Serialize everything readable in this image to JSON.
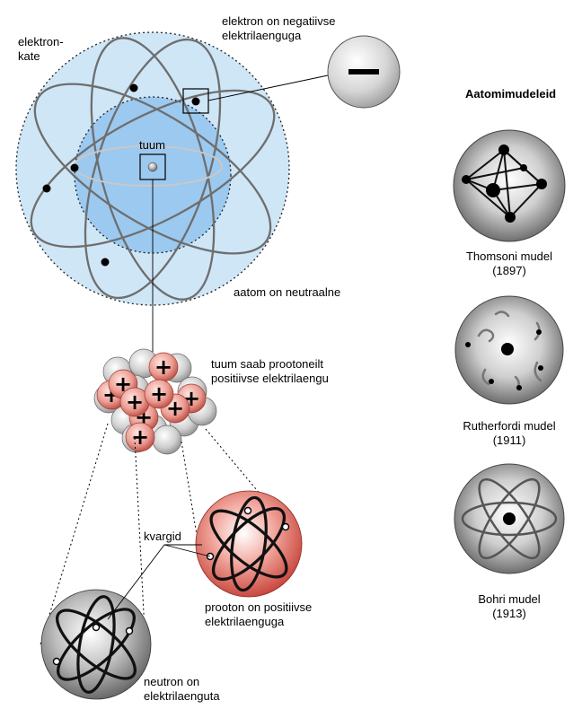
{
  "labels": {
    "electron_cloud": "elektron-\nkate",
    "electron_charge": "elektron on negatiivse\nelektrilaenguga",
    "nucleus": "tuum",
    "atom_neutral": "aatom on neutraalne",
    "nucleus_charge": "tuum saab prootoneilt\npositiivse elektrilaengu",
    "quarks": "kvargid",
    "proton": "prooton on positiivse\nelektrilaenguga",
    "neutron": "neutron on\nelektrilaenguta"
  },
  "models": {
    "heading": "Aatomimudeleid",
    "items": [
      {
        "name": "Thomsoni mudel",
        "year": "(1897)"
      },
      {
        "name": "Rutherfordi mudel",
        "year": "(1911)"
      },
      {
        "name": "Bohri mudel",
        "year": "(1913)"
      }
    ]
  },
  "symbols": {
    "minus": "−",
    "plus": "+"
  },
  "colors": {
    "atom_outer": "#cfe6f7",
    "atom_inner": "#9cc9ef",
    "orbit": "#6e6e6e",
    "proton_red": "#d9534a",
    "neutron_gray": "#9a9a9a",
    "model_bg": "#8a8a8a"
  },
  "icons": [
    "electron-dot-icon",
    "minus-sign-icon",
    "plus-sign-icon",
    "quark-dot-icon"
  ]
}
